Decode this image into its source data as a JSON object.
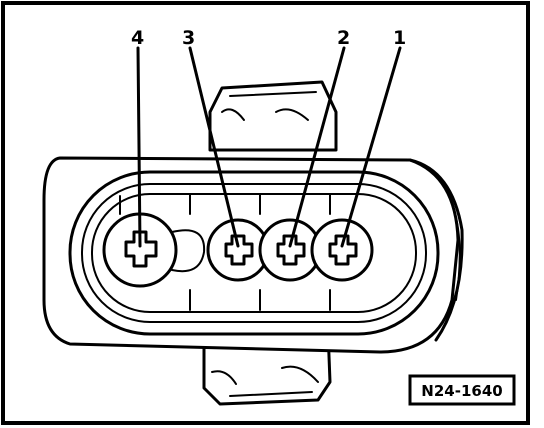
{
  "diagram": {
    "pin_labels": [
      "4",
      "3",
      "2",
      "1"
    ],
    "reference_code": "N24-1640",
    "colors": {
      "ink": "#000000",
      "paper": "#ffffff"
    }
  }
}
